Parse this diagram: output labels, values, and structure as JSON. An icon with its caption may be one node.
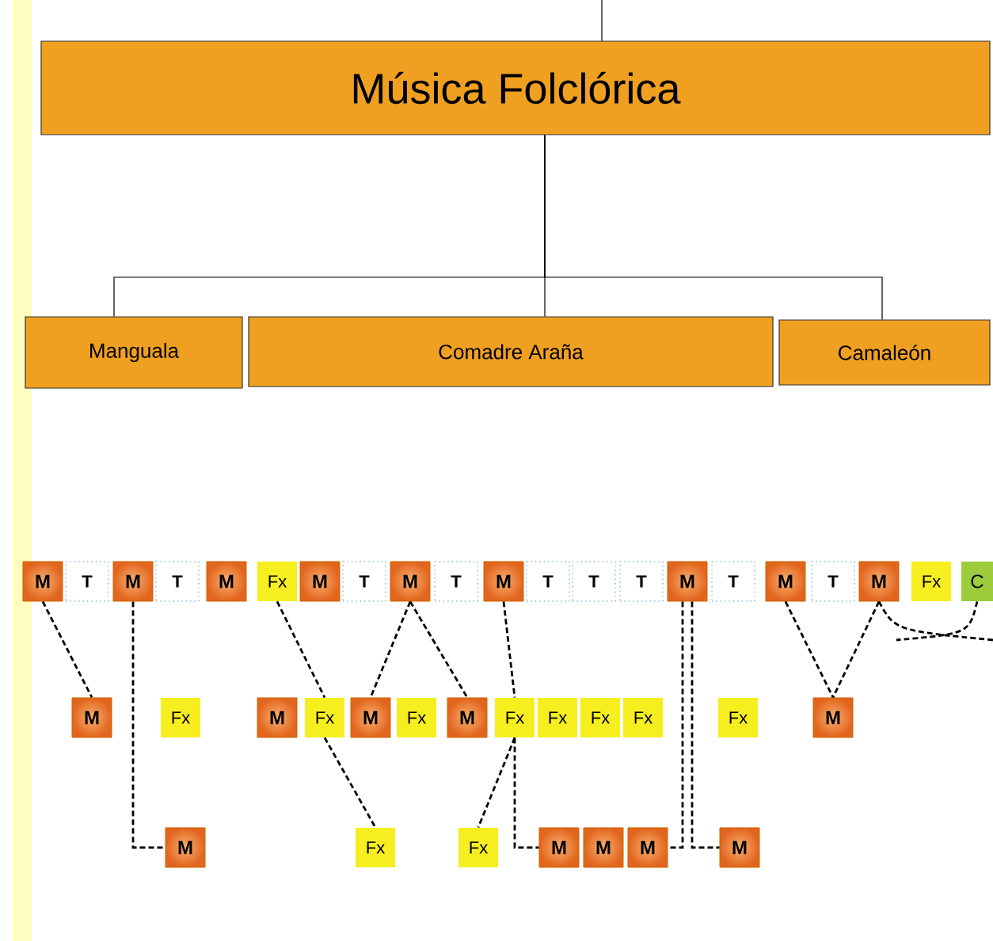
{
  "diagram": {
    "nodes": [
      {
        "text": [
          "Música Folclórica"
        ]
      },
      {
        "text": [
          "Manguala"
        ]
      },
      {
        "text": [
          "Comadre Araña"
        ]
      },
      {
        "text": [
          "Camaleón"
        ]
      },
      {
        "text": [
          "M"
        ]
      },
      {
        "text": [
          "T"
        ]
      },
      {
        "text": [
          "M"
        ]
      },
      {
        "text": [
          "T"
        ]
      },
      {
        "text": [
          "M"
        ]
      },
      {
        "text": [
          "Fx"
        ]
      },
      {
        "text": [
          "M"
        ]
      },
      {
        "text": [
          "T"
        ]
      },
      {
        "text": [
          "M"
        ]
      },
      {
        "text": [
          "T"
        ]
      },
      {
        "text": [
          "M"
        ]
      },
      {
        "text": [
          "T"
        ]
      },
      {
        "text": [
          "T"
        ]
      },
      {
        "text": [
          "T"
        ]
      },
      {
        "text": [
          "M"
        ]
      },
      {
        "text": [
          "T"
        ]
      },
      {
        "text": [
          "M"
        ]
      },
      {
        "text": [
          "T"
        ]
      },
      {
        "text": [
          "M"
        ]
      },
      {
        "text": [
          "Fx"
        ]
      },
      {
        "text": [
          "C"
        ]
      },
      {
        "text": [
          "M"
        ]
      },
      {
        "text": [
          "Fx"
        ]
      },
      {
        "text": [
          "M"
        ]
      },
      {
        "text": [
          "Fx"
        ]
      },
      {
        "text": [
          "M"
        ]
      },
      {
        "text": [
          "Fx"
        ]
      },
      {
        "text": [
          "M"
        ]
      },
      {
        "text": [
          "Fx"
        ]
      },
      {
        "text": [
          "Fx"
        ]
      },
      {
        "text": [
          "Fx"
        ]
      },
      {
        "text": [
          "Fx"
        ]
      },
      {
        "text": [
          "Fx"
        ]
      },
      {
        "text": [
          "M"
        ]
      },
      {
        "text": [
          "M"
        ]
      },
      {
        "text": [
          "Fx"
        ]
      },
      {
        "text": [
          "Fx"
        ]
      },
      {
        "text": [
          "M"
        ]
      },
      {
        "text": [
          "M"
        ]
      },
      {
        "text": [
          "M"
        ]
      },
      {
        "text": [
          "M"
        ]
      }
    ],
    "edges": [
      {
        "from": null,
        "to": 0,
        "arrow": "none"
      },
      {
        "from": 0,
        "to": 1,
        "arrow": "none"
      },
      {
        "from": 0,
        "to": 2,
        "arrow": "none"
      },
      {
        "from": 0,
        "to": 3,
        "arrow": "none"
      },
      {
        "from": 4,
        "to": 25,
        "arrow": "none",
        "style": "dashed"
      },
      {
        "from": 6,
        "to": 38,
        "arrow": "none",
        "style": "dashed"
      },
      {
        "from": 9,
        "to": 28,
        "arrow": "none",
        "style": "dashed"
      },
      {
        "from": 12,
        "to": 29,
        "arrow": "none",
        "style": "dashed"
      },
      {
        "from": 12,
        "to": 31,
        "arrow": "none",
        "style": "dashed"
      },
      {
        "from": 28,
        "to": 39,
        "arrow": "none",
        "style": "dashed"
      },
      {
        "from": 14,
        "to": 32,
        "arrow": "none",
        "style": "dashed"
      },
      {
        "from": 32,
        "to": 40,
        "arrow": "none",
        "style": "dashed"
      },
      {
        "from": 32,
        "to": 41,
        "arrow": "none",
        "style": "dashed"
      },
      {
        "from": 18,
        "to": 43,
        "arrow": "none",
        "style": "dashed"
      },
      {
        "from": 18,
        "to": 44,
        "arrow": "none",
        "style": "dashed"
      },
      {
        "from": 20,
        "to": 37,
        "arrow": "none",
        "style": "dashed"
      },
      {
        "from": 22,
        "to": 37,
        "arrow": "none",
        "style": "dashed"
      },
      {
        "from": 22,
        "to": null,
        "arrow": "none",
        "style": "dashed"
      },
      {
        "from": 24,
        "to": null,
        "arrow": "none",
        "style": "dashed"
      }
    ]
  }
}
